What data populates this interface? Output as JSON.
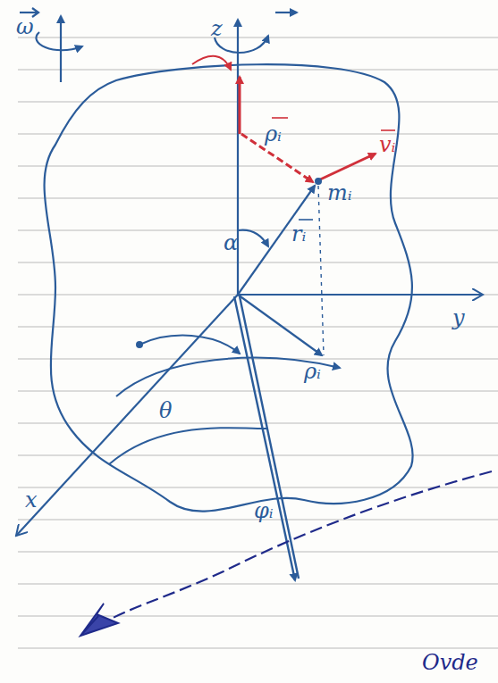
{
  "diagram": {
    "labels": [
      "ω",
      "z",
      "ρᵢ",
      "vᵢ",
      "mᵢ",
      "α",
      "rᵢ",
      "y",
      "ρᵢ",
      "θ",
      "x",
      "φᵢ",
      "Ovde"
    ]
  }
}
